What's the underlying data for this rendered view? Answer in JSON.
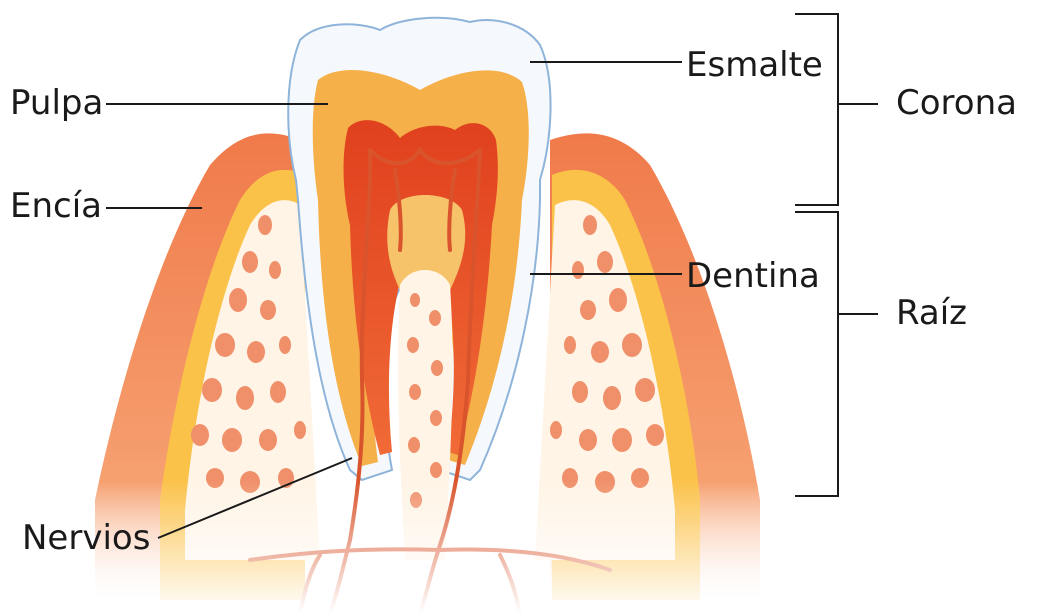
{
  "labels": {
    "pulpa": "Pulpa",
    "encia": "Encía",
    "nervios": "Nervios",
    "esmalte": "Esmalte",
    "dentina": "Dentina",
    "corona": "Corona",
    "raiz": "Raíz"
  },
  "colors": {
    "gum_outer": "#f08a5a",
    "gum_mid": "#f6a84a",
    "gum_inner": "#fcd060",
    "bone_fill": "#fff5ea",
    "bone_holes": "#f09070",
    "enamel": "#f4f7fb",
    "enamel_edge": "#8fb4da",
    "dentin": "#f5b24a",
    "dentin_dark": "#e8932e",
    "pulp": "#e8502a",
    "pulp_dark": "#c8301a",
    "nerve": "#d9542c",
    "leader_line": "#1a1a1a"
  }
}
